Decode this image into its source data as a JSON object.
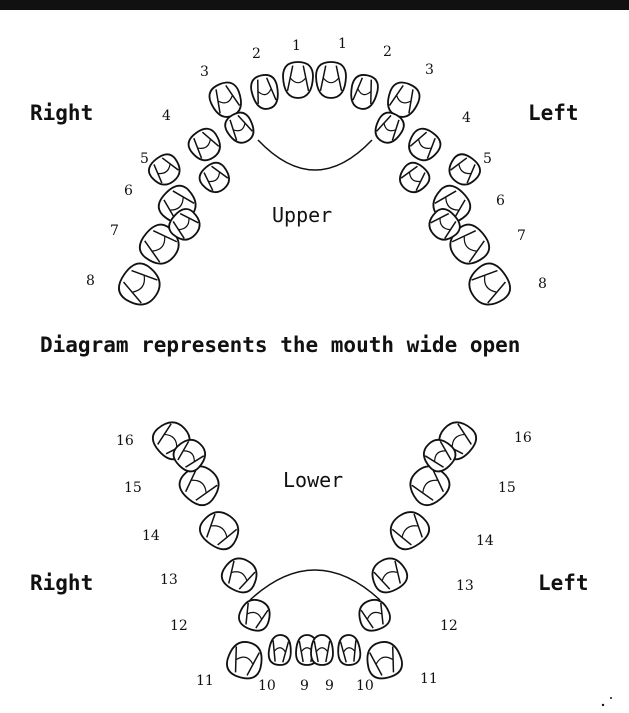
{
  "upper": {
    "title": "Upper",
    "right_label": "Right",
    "left_label": "Left",
    "right_numbers": [
      "1",
      "2",
      "3",
      "4",
      "5",
      "6",
      "7",
      "8"
    ],
    "left_numbers": [
      "1",
      "2",
      "3",
      "4",
      "5",
      "6",
      "7",
      "8"
    ]
  },
  "caption": "Diagram represents the mouth wide open",
  "lower": {
    "title": "Lower",
    "right_label": "Right",
    "left_label": "Left",
    "right_numbers": [
      "9",
      "10",
      "11",
      "12",
      "13",
      "14",
      "15",
      "16"
    ],
    "left_numbers": [
      "9",
      "10",
      "11",
      "12",
      "13",
      "14",
      "15",
      "16"
    ]
  }
}
